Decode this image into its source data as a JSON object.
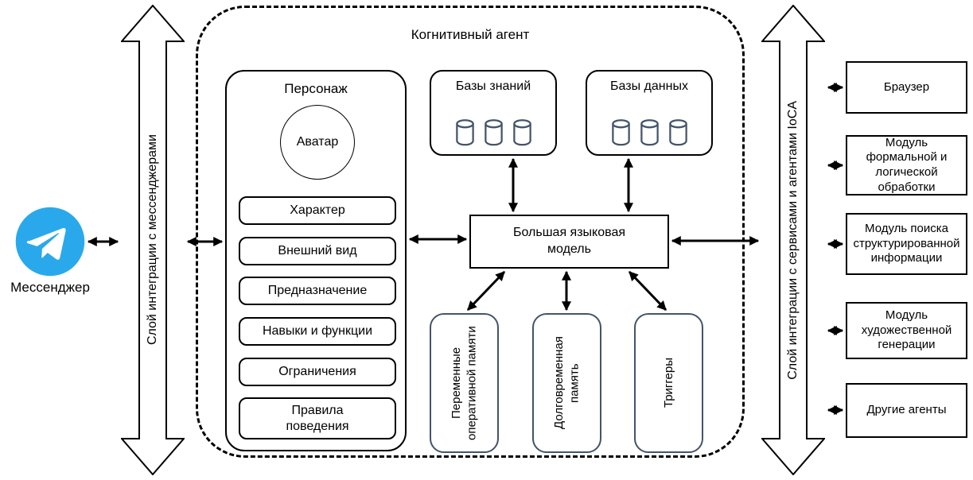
{
  "messenger": {
    "label": "Мессенджер",
    "icon": "telegram"
  },
  "integration_left": {
    "label": "Слой интеграции с мессенджерами"
  },
  "integration_right": {
    "label": "Слой интеграции с сервисами и агентами IoCA"
  },
  "agent": {
    "title": "Когнитивный агент",
    "persona": {
      "title": "Персонаж",
      "avatar_label": "Аватар",
      "items": [
        "Характер",
        "Внешний вид",
        "Предназначение",
        "Навыки и функции",
        "Ограничения",
        "Правила поведения"
      ]
    },
    "knowledge_bases": {
      "title": "Базы знаний",
      "icon": "database-cylinder",
      "icon_count": 3
    },
    "databases": {
      "title": "Базы данных",
      "icon": "database-cylinder",
      "icon_count": 3
    },
    "llm": {
      "label": "Большая языковая модель"
    },
    "memory": [
      "Переменные оперативной памяти",
      "Долговременная память",
      "Триггеры"
    ]
  },
  "services": [
    "Браузер",
    "Модуль формальной и логической обработки",
    "Модуль поиска структурированной информации",
    "Модуль художественной генерации",
    "Другие агенты"
  ],
  "colors": {
    "telegram_blue": "#29A9EB",
    "memory_border": "#44546A",
    "line_color": "#000000",
    "background": "#FFFFFF"
  }
}
